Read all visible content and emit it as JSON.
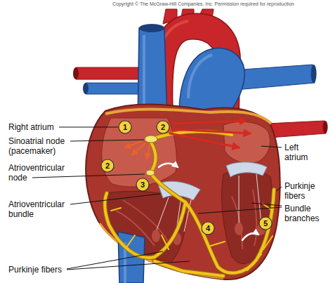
{
  "diagram": {
    "labels": [
      "Copyright © The McGraw-Hill Companies, Inc. Permission required for reproduction",
      "1",
      "2",
      "Right atrium",
      "Sinoatrial node (pacemaker)",
      "Left atrium",
      "2",
      "Atrioventricular node",
      "3",
      "Purkinje fibers",
      "Bundle branches",
      "Atrioventricular bundle",
      "4",
      "5",
      "Purkinje fibers"
    ]
  }
}
